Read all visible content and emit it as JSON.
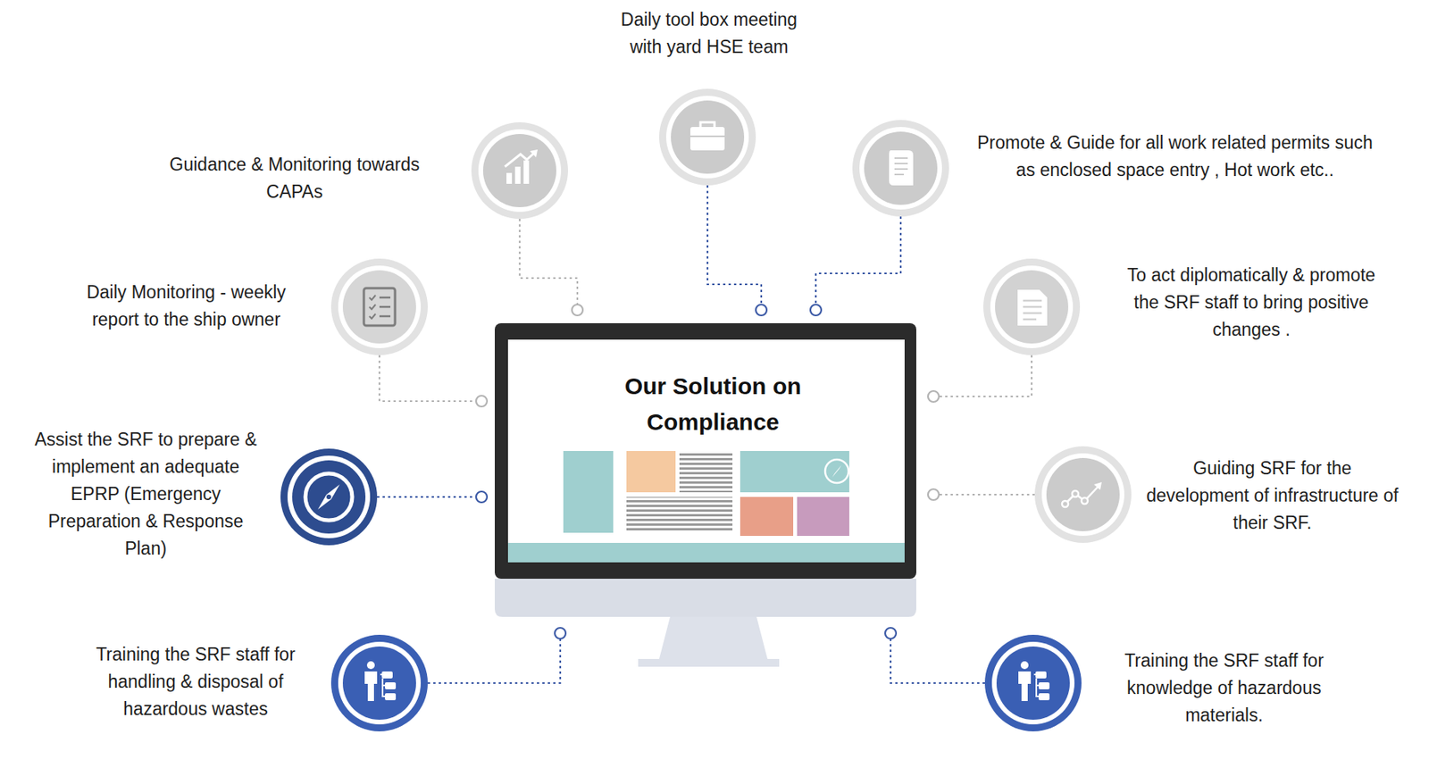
{
  "diagram": {
    "nodes": [
      {
        "text": [
          "Our Solution on Compliance"
        ]
      },
      {
        "text": [
          "Daily tool box meeting with yard HSE team"
        ]
      },
      {
        "text": [
          "Guidance & Monitoring towards CAPAs"
        ]
      },
      {
        "text": [
          "Promote & Guide for all work related permits such as enclosed space entry , Hot work etc.."
        ]
      },
      {
        "text": [
          "Daily Monitoring - weekly report to the ship owner"
        ]
      },
      {
        "text": [
          "To act diplomatically & promote the SRF staff to bring positive changes ."
        ]
      },
      {
        "text": [
          "Assist the SRF to prepare & implement an adequate EPRP (Emergency Preparation & Response Plan)"
        ]
      },
      {
        "text": [
          "Guiding SRF for the development of infrastructure of their SRF."
        ]
      },
      {
        "text": [
          "Training the SRF staff for handling & disposal of hazardous wastes"
        ]
      },
      {
        "text": [
          "Training the SRF staff for knowledge of hazardous materials."
        ]
      }
    ],
    "edges": [
      {
        "from": 1,
        "to": 0,
        "arrow": "none"
      },
      {
        "from": 2,
        "to": 0,
        "arrow": "none"
      },
      {
        "from": 3,
        "to": 0,
        "arrow": "none"
      },
      {
        "from": 4,
        "to": 0,
        "arrow": "none"
      },
      {
        "from": 5,
        "to": 0,
        "arrow": "none"
      },
      {
        "from": 6,
        "to": 0,
        "arrow": "none"
      },
      {
        "from": 7,
        "to": 0,
        "arrow": "none"
      },
      {
        "from": 8,
        "to": 0,
        "arrow": "none"
      },
      {
        "from": 9,
        "to": 0,
        "arrow": "none"
      }
    ]
  }
}
